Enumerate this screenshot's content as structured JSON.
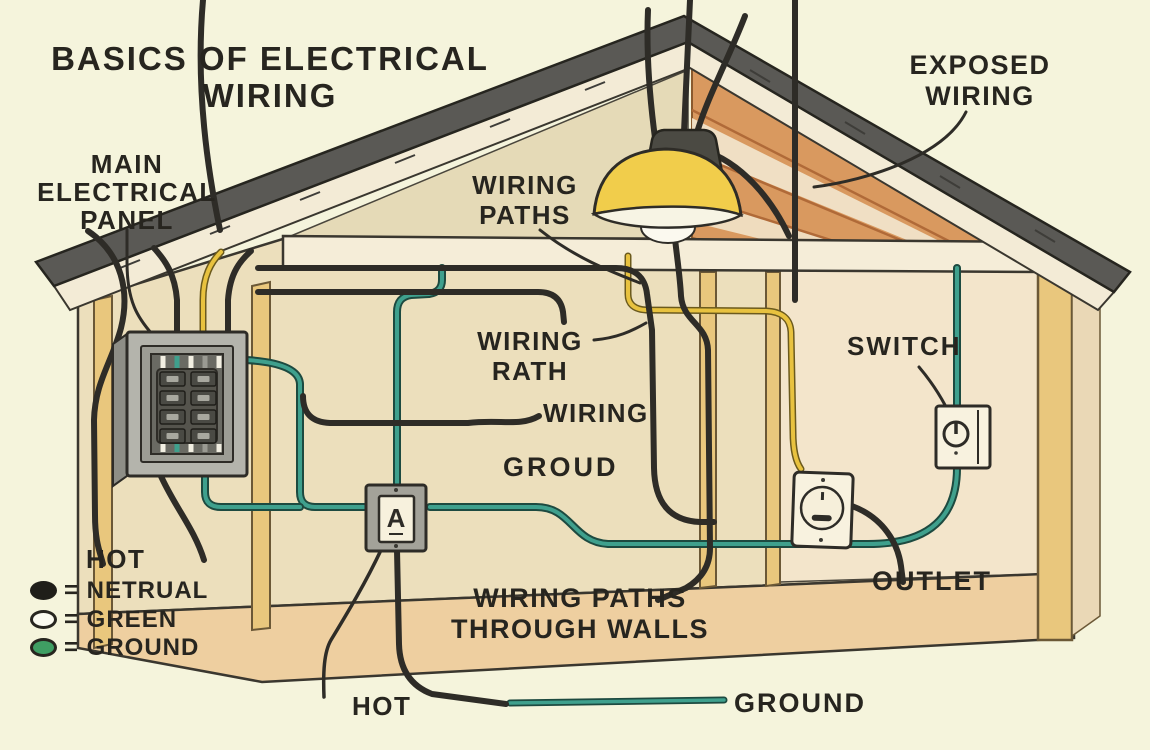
{
  "title": {
    "line1": "BASICS OF ELECTRICAL",
    "line2": "WIRING"
  },
  "labels": {
    "main_panel_line1": "MAIN",
    "main_panel_line2": "ELECTRICAL",
    "main_panel_line3": "PANEL",
    "wiring_paths_line1": "WIRING",
    "wiring_paths_line2": "PATHS",
    "exposed_line1": "EXPOSED",
    "exposed_line2": "WIRING",
    "wiring_rath_line1": "WIRING",
    "wiring_rath_line2": "RATH",
    "wiring": "WIRING",
    "ground_mid": "GROUD",
    "switch": "SWITCH",
    "outlet": "OUTLET",
    "walls_line1": "WIRING PATHS",
    "walls_line2": "THROUGH WALLS",
    "hot_legend": "HOT",
    "hot_bottom": "HOT",
    "ground_bottom": "GROUND",
    "junction_box": "A"
  },
  "legend": {
    "items": [
      {
        "dot": "black",
        "text": "= NETRUAL"
      },
      {
        "dot": "white",
        "text": "= GREEN"
      },
      {
        "dot": "green",
        "text": "= GROUND"
      }
    ]
  },
  "colors": {
    "background": "#f5f4dc",
    "wire_black": "#2e2c27",
    "wire_teal": "#3fa08d",
    "wire_yellow": "#e8c23f",
    "roof_shingle": "#5a5955",
    "rafter_wood": "#d9995f",
    "stud": "#e9c77d",
    "wall": "#ecdfbc",
    "wall_right": "#f3e5cb",
    "floor": "#eecfa0",
    "panel_gray": "#b4b4ac",
    "light_yellow": "#f1cd4b",
    "legend_green": "#3f9e63"
  }
}
